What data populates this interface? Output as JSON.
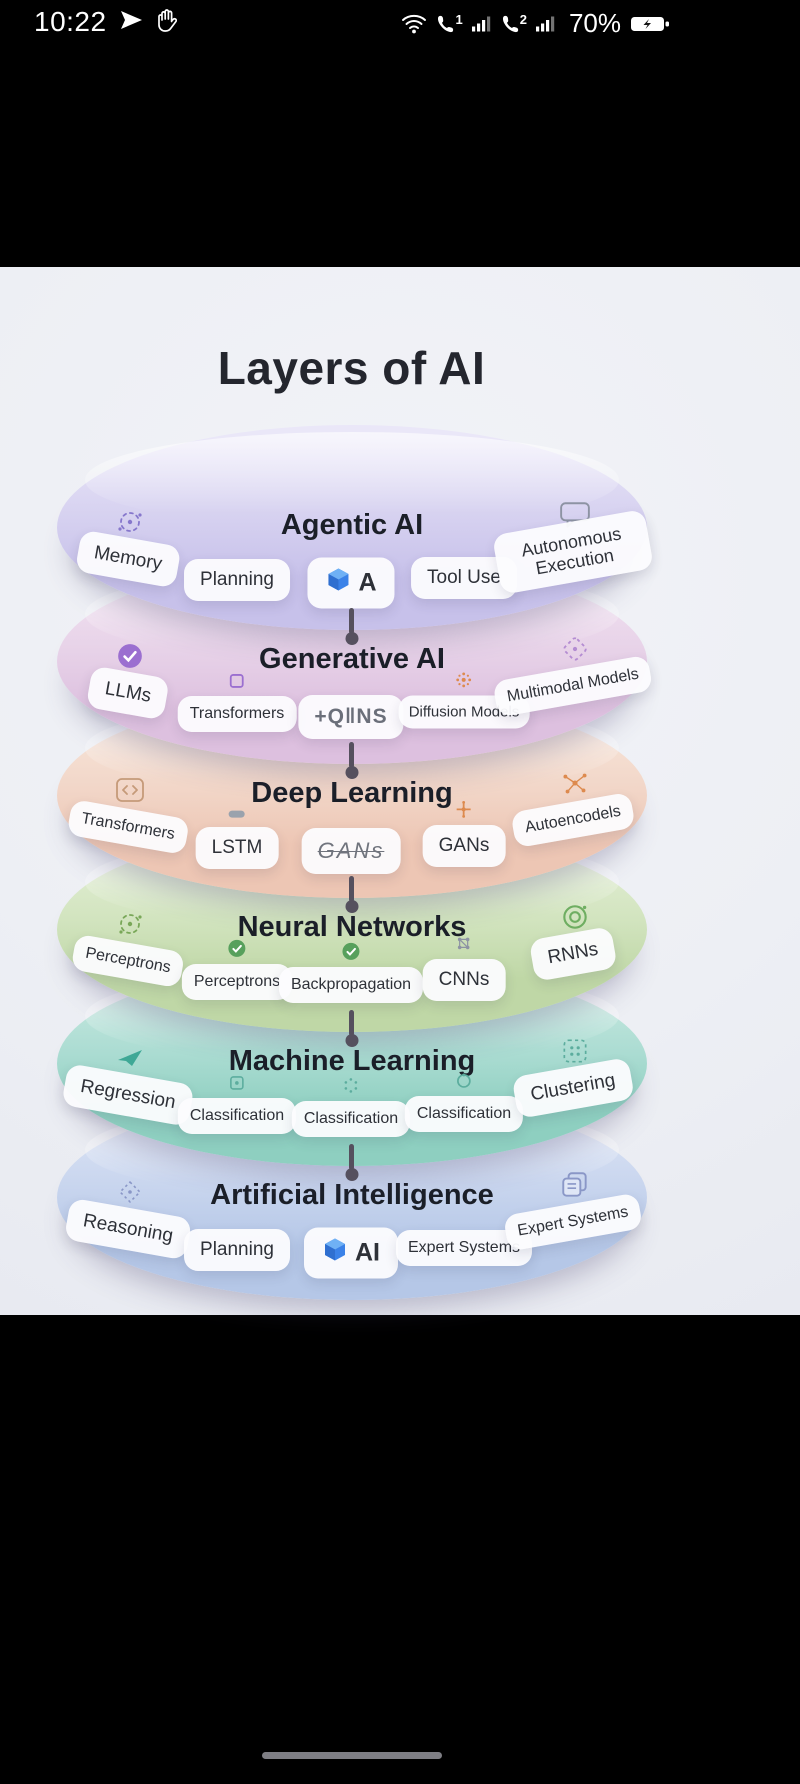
{
  "status_bar": {
    "time": "10:22",
    "sim1": "1",
    "sim2": "2",
    "battery": "70%"
  },
  "poster": {
    "title": "Layers of AI",
    "layers": [
      {
        "name": "Agentic AI",
        "color": "#c7c1ea",
        "left_icon": "sparkle-swirl",
        "right_icon": "speech-bubble",
        "chips": [
          {
            "label": "Memory"
          },
          {
            "label": "Planning"
          },
          {
            "label": "A",
            "logo": "cube-logo"
          },
          {
            "label": "Tool Use"
          },
          {
            "label": "Autonomous Execution"
          }
        ]
      },
      {
        "name": "Generative AI",
        "color": "#ddc0df",
        "left_icon": "check-circle-purple",
        "right_icon": "dotted-cube",
        "chips": [
          {
            "label": "LLMs"
          },
          {
            "label": "Transformers",
            "mini_icon": "square-outline"
          },
          {
            "label": "+Q‖NS"
          },
          {
            "label": "Diffusion Models",
            "mini_icon": "dotted-burst"
          },
          {
            "label": "Multimodal Models"
          }
        ]
      },
      {
        "name": "Deep Learning",
        "color": "#edc6b4",
        "left_icon": "code-card",
        "right_icon": "network-dots",
        "chips": [
          {
            "label": "Transformers"
          },
          {
            "label": "LSTM",
            "mini_icon": "pill"
          },
          {
            "label": "GANs"
          },
          {
            "label": "GANs",
            "mini_icon": "plus-node"
          },
          {
            "label": "Autoencodels"
          }
        ]
      },
      {
        "name": "Neural Networks",
        "color": "#bfd7a6",
        "left_icon": "dotted-gear",
        "right_icon": "aperture-ring",
        "chips": [
          {
            "label": "Perceptrons"
          },
          {
            "label": "Perceptrons",
            "mini_icon": "check-circle-green"
          },
          {
            "label": "Backpropagation",
            "mini_icon": "check-circle-green"
          },
          {
            "label": "CNNs",
            "mini_icon": "node-grid"
          },
          {
            "label": "RNNs"
          }
        ]
      },
      {
        "name": "Machine Learning",
        "color": "#8ecfc0",
        "left_icon": "send-parallelogram",
        "right_icon": "dotted-grid",
        "chips": [
          {
            "label": "Regression"
          },
          {
            "label": "Classification",
            "mini_icon": "square-dot"
          },
          {
            "label": "Classification",
            "mini_icon": "dotted-sparkle"
          },
          {
            "label": "Classification",
            "mini_icon": "circle-outline"
          },
          {
            "label": "Clustering"
          }
        ]
      },
      {
        "name": "Artificial Intelligence",
        "color": "#b5c7e7",
        "left_icon": "dotted-diamond",
        "right_icon": "stacked-squares",
        "chips": [
          {
            "label": "Reasoning"
          },
          {
            "label": "Planning"
          },
          {
            "label": "AI",
            "logo": "cube-logo"
          },
          {
            "label": "Expert Systems"
          },
          {
            "label": "Expert Systems"
          }
        ]
      }
    ]
  }
}
